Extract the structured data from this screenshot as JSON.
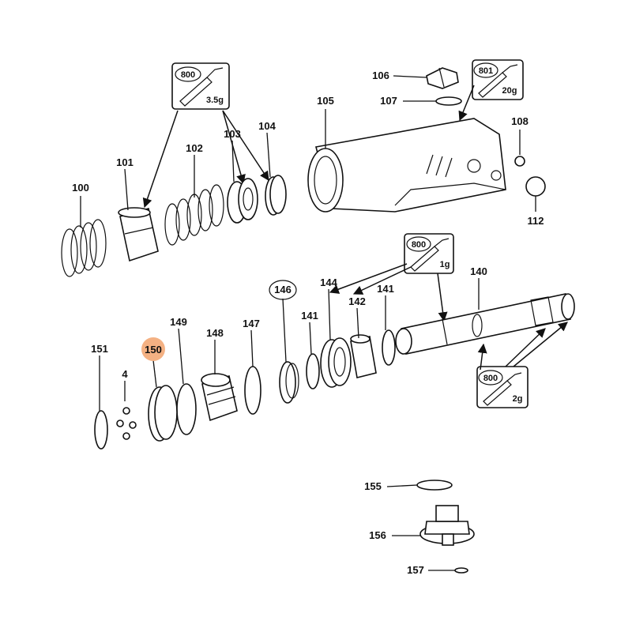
{
  "colors": {
    "highlight": "#f4b183",
    "ink": "#111111"
  },
  "grease_boxes": [
    {
      "id": "gb-top-left",
      "code": "800",
      "amount": "3.5g",
      "icon": "grease-gun-icon"
    },
    {
      "id": "gb-top-right",
      "code": "801",
      "amount": "20g",
      "icon": "grease-gun-icon"
    },
    {
      "id": "gb-middle",
      "code": "800",
      "amount": "1g",
      "icon": "grease-gun-icon"
    },
    {
      "id": "gb-right",
      "code": "800",
      "amount": "2g",
      "icon": "grease-gun-icon"
    }
  ],
  "parts": {
    "p100": "100",
    "p101": "101",
    "p102": "102",
    "p103": "103",
    "p104": "104",
    "p105": "105",
    "p106": "106",
    "p107": "107",
    "p108": "108",
    "p112": "112",
    "p140": "140",
    "p141a": "141",
    "p141b": "141",
    "p142": "142",
    "p144": "144",
    "p146": "146",
    "p147": "147",
    "p148": "148",
    "p149": "149",
    "p150": "150",
    "p151": "151",
    "p4": "4",
    "p155": "155",
    "p156": "156",
    "p157": "157"
  },
  "highlighted_part": "150",
  "circled_part": "146"
}
